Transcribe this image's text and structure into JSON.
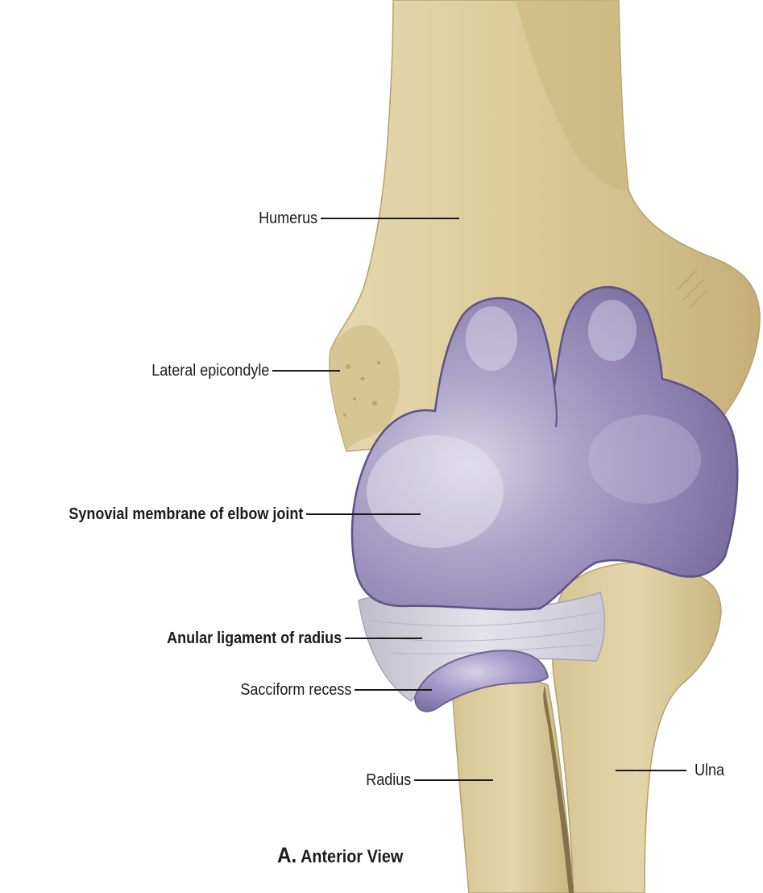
{
  "labels": {
    "humerus": "Humerus",
    "lateral_epicondyle": "Lateral epicondyle",
    "synovial_membrane": "Synovial membrane of elbow joint",
    "anular_ligament": "Anular ligament of radius",
    "sacciform_recess": "Sacciform recess",
    "radius": "Radius",
    "ulna": "Ulna"
  },
  "caption": {
    "letter": "A.",
    "text": "Anterior View"
  },
  "colors": {
    "bone": "#e2d3a6",
    "bone_shadow": "#c8b27e",
    "synovial_membrane": "#8f84b4",
    "ligament": "#d9d8de"
  }
}
